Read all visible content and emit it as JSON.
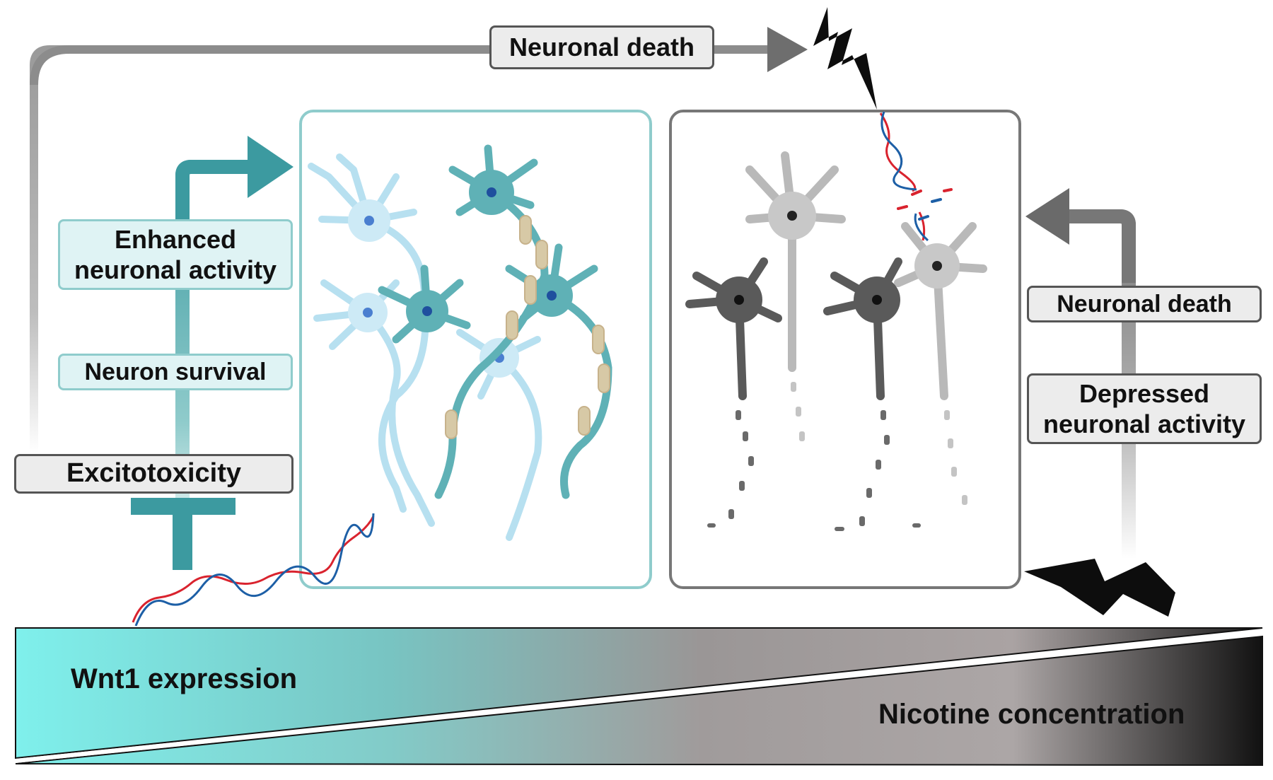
{
  "labels": {
    "neuronal_death_top": "Neuronal death",
    "enhanced_activity": "Enhanced neuronal activity",
    "neuron_survival": "Neuron survival",
    "excitotoxicity": "Excitotoxicity",
    "neuronal_death_right": "Neuronal death",
    "depressed_activity": "Depressed neuronal activity"
  },
  "gradient_band": {
    "left_label": "Wnt1 expression",
    "right_label": "Nicotine concentration"
  },
  "colors": {
    "teal": "#3c9aa0",
    "light_blue": "#a8d8ec",
    "gray_dark": "#666666",
    "gray_light": "#c8c8c8",
    "cyan": "#7ff0ec",
    "black": "#111111",
    "dna_red": "#d9232e",
    "dna_blue": "#1d5fa6"
  }
}
